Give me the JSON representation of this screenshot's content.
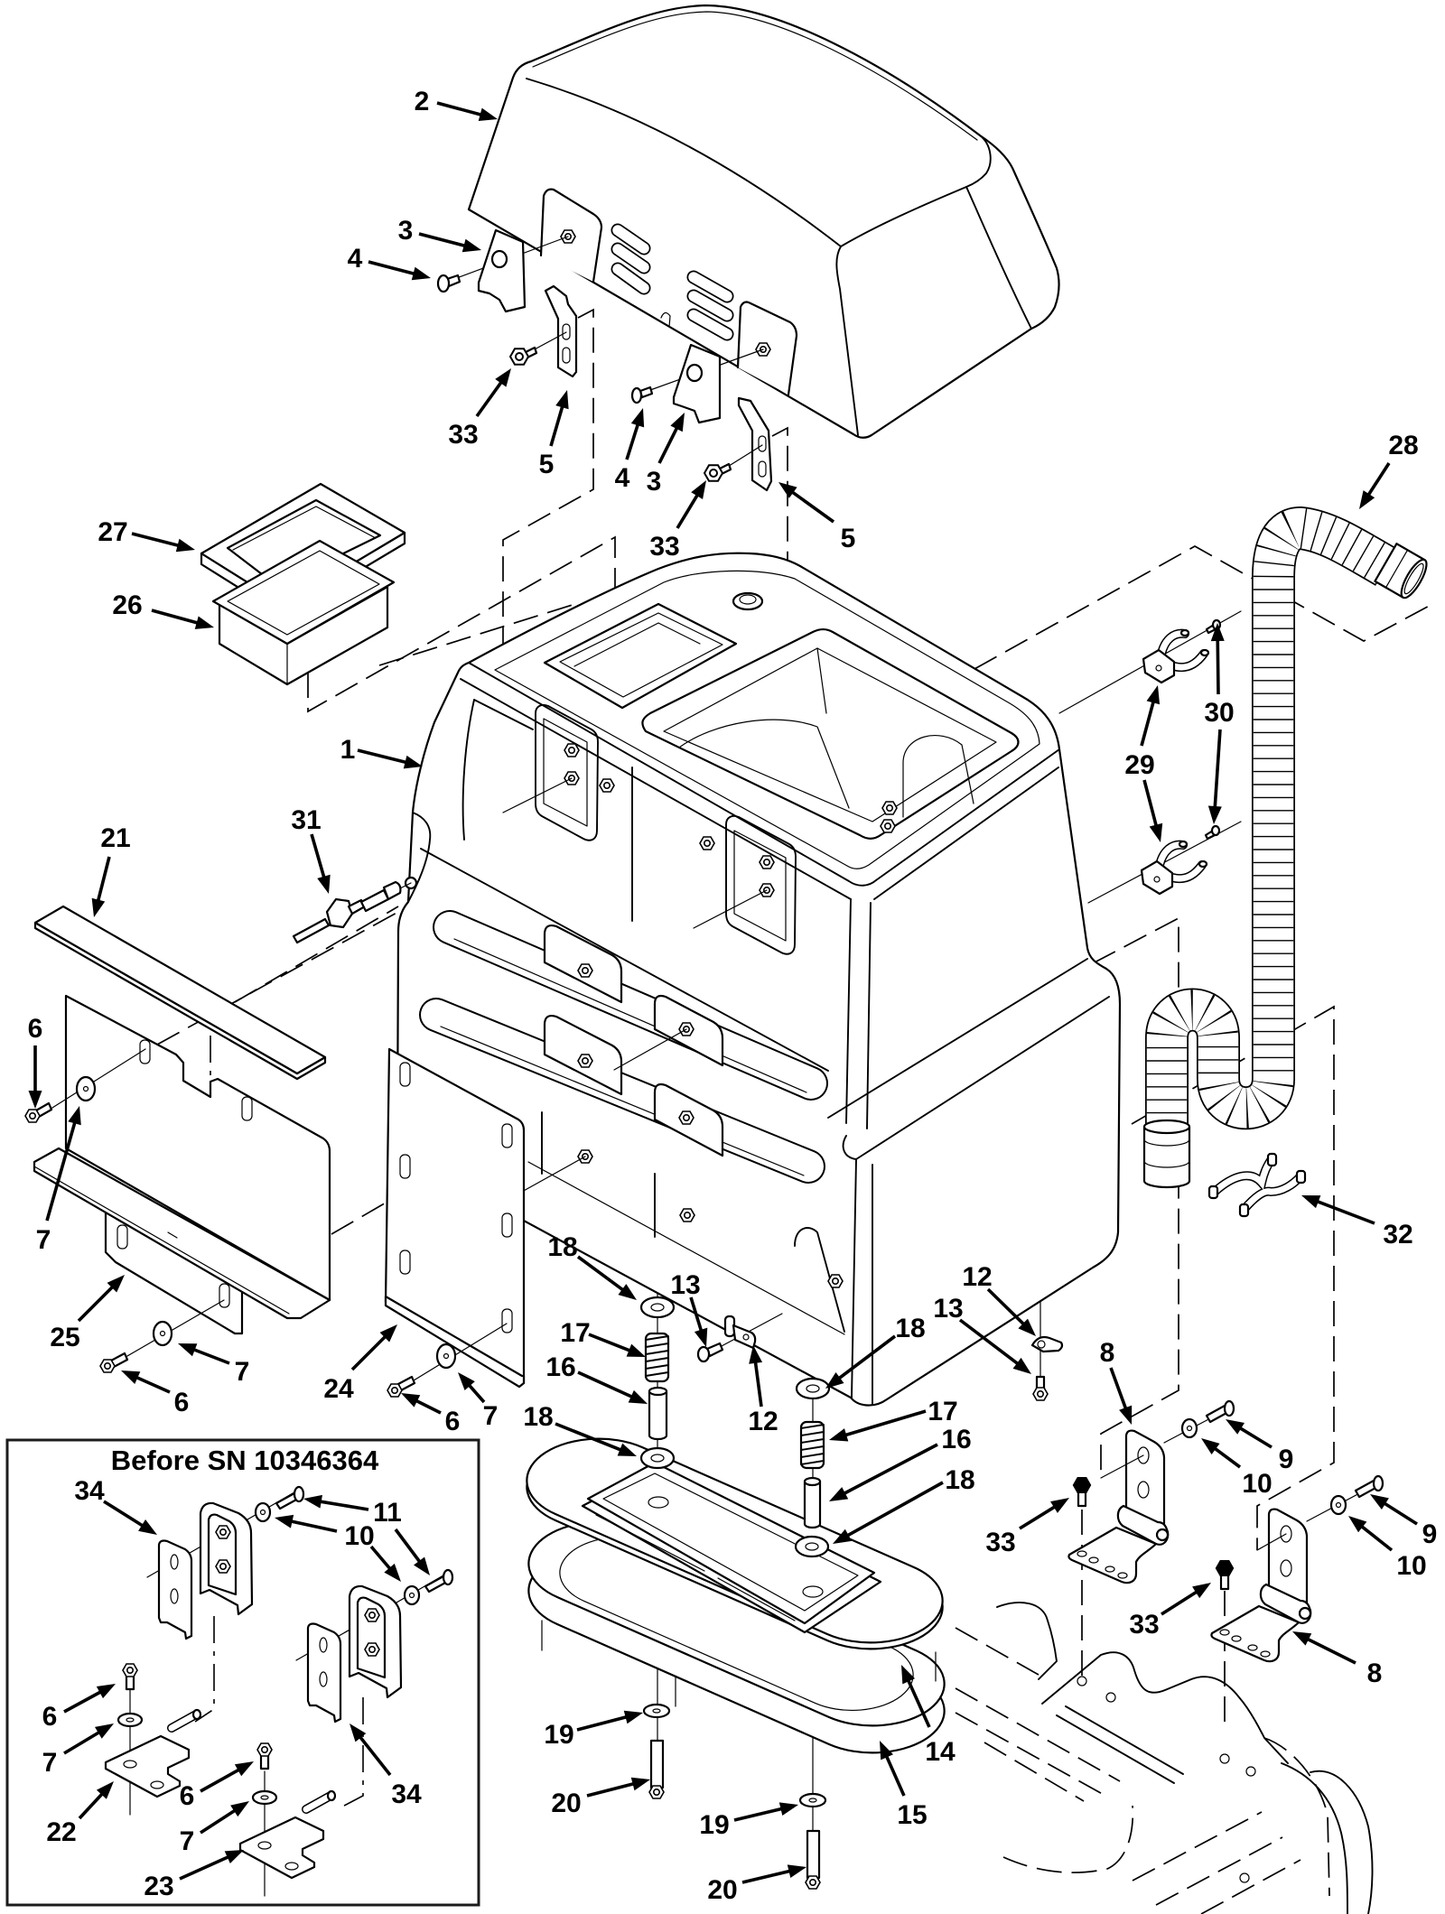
{
  "colors": {
    "ink": "#000000",
    "background": "#ffffff",
    "inset_border": "#1c1c1c"
  },
  "callouts": [
    "2",
    "3",
    "4",
    "33",
    "5",
    "4",
    "3",
    "33",
    "5",
    "28",
    "27",
    "26",
    "1",
    "29",
    "30",
    "31",
    "21",
    "6",
    "7",
    "25",
    "7",
    "6",
    "24",
    "6",
    "7",
    "18",
    "17",
    "16",
    "18",
    "13",
    "12",
    "18",
    "17",
    "16",
    "18",
    "12",
    "13",
    "32",
    "8",
    "9",
    "10",
    "33",
    "9",
    "10",
    "33",
    "8",
    "14",
    "15",
    "19",
    "20",
    "19",
    "20"
  ],
  "inset": {
    "title": "Before SN 10346364",
    "callouts": [
      "34",
      "11",
      "10",
      "6",
      "7",
      "22",
      "6",
      "7",
      "23",
      "34"
    ]
  }
}
